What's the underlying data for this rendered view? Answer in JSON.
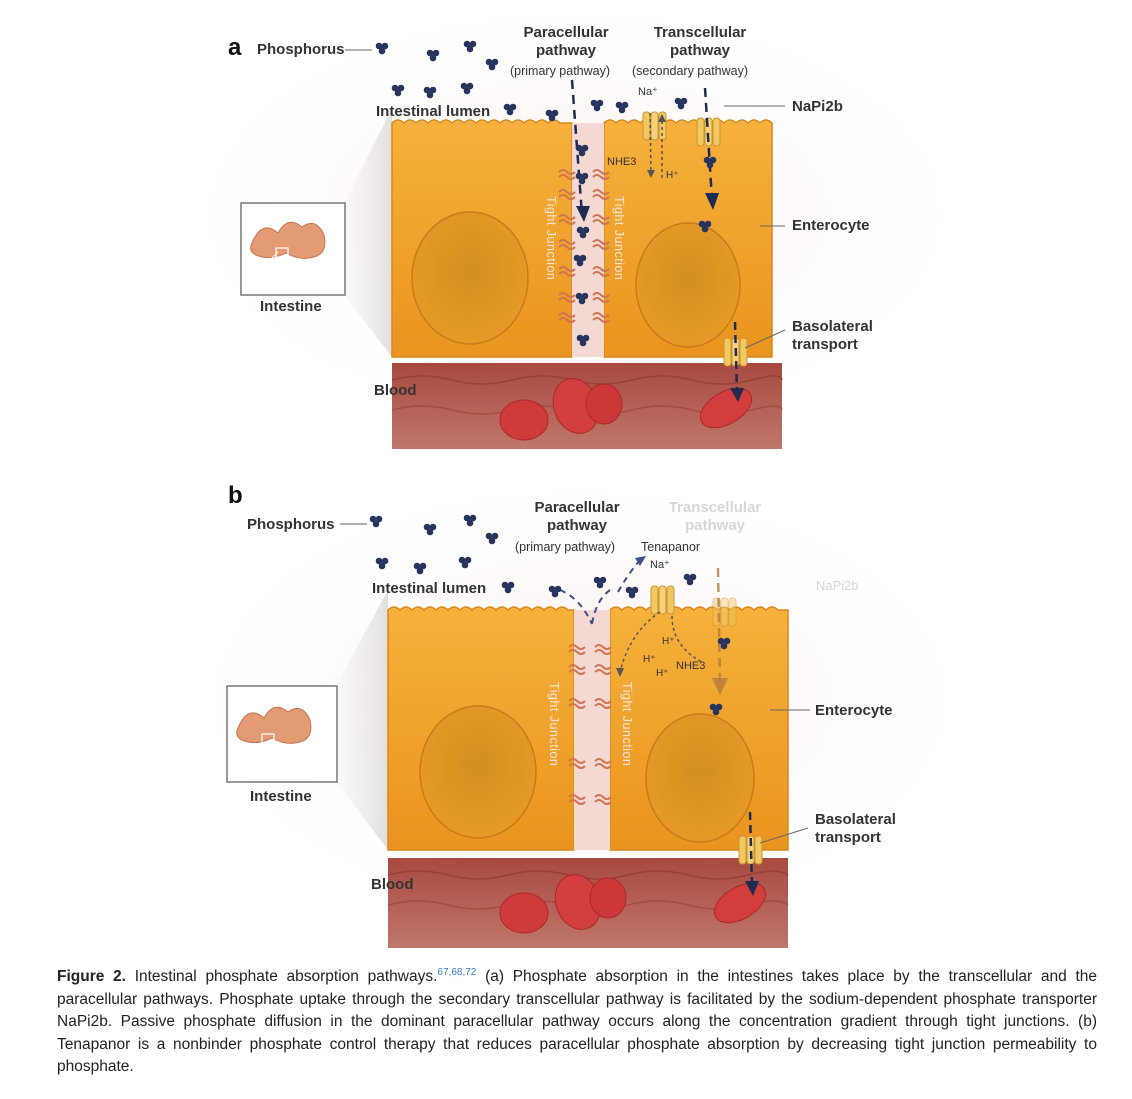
{
  "panel_a": {
    "letter": "a",
    "phosphorus": "Phosphorus",
    "paracellular": [
      "Paracellular",
      "pathway",
      "(primary pathway)"
    ],
    "transcellular": [
      "Transcellular",
      "pathway",
      "(secondary pathway)"
    ],
    "na": "Na⁺",
    "h": "H⁺",
    "nhe3": "NHE3",
    "napi2b": "NaPi2b",
    "intestinal_lumen": "Intestinal lumen",
    "enterocyte": "Enterocyte",
    "basolateral": [
      "Basolateral",
      "transport"
    ],
    "intestine": "Intestine",
    "blood": "Blood",
    "tight_junction": "Tight Junction"
  },
  "panel_b": {
    "letter": "b",
    "phosphorus": "Phosphorus",
    "paracellular": [
      "Paracellular",
      "pathway",
      "(primary pathway)"
    ],
    "tenapanor": "Tenapanor",
    "transcellular_faded": [
      "Transcellular",
      "pathway"
    ],
    "na": "Na⁺",
    "h": "H⁺",
    "nhe3": "NHE3",
    "napi2b_faded": "NaPi2b",
    "intestinal_lumen": "Intestinal lumen",
    "enterocyte": "Enterocyte",
    "basolateral": [
      "Basolateral",
      "transport"
    ],
    "intestine": "Intestine",
    "blood": "Blood",
    "tight_junction": "Tight Junction"
  },
  "caption": {
    "figure_label": "Figure 2.",
    "title": "Intestinal phosphate absorption pathways.",
    "refs": "67,68,72",
    "body": "(a) Phosphate absorption in the intestines takes place by the transcellular and the paracellular pathways. Phosphate uptake through the secondary transcellular pathway is facilitated by the sodium-dependent phosphate transporter NaPi2b. Passive phosphate diffusion in the dominant paracellular pathway occurs along the concentration gradient through tight junctions. (b) Tenapanor is a nonbinder phosphate control therapy that reduces paracellular phosphate absorption by decreasing tight junction permeability to phosphate."
  },
  "colors": {
    "cell": "#f0a530",
    "cell_dark": "#d9871c",
    "nucleus": "#d28a1c",
    "blood_bg": "#b5504a",
    "rbc": "#cf3b3b",
    "phosphate": "#27355e",
    "transporter": "#f3c763",
    "junction": "#d67c55"
  }
}
